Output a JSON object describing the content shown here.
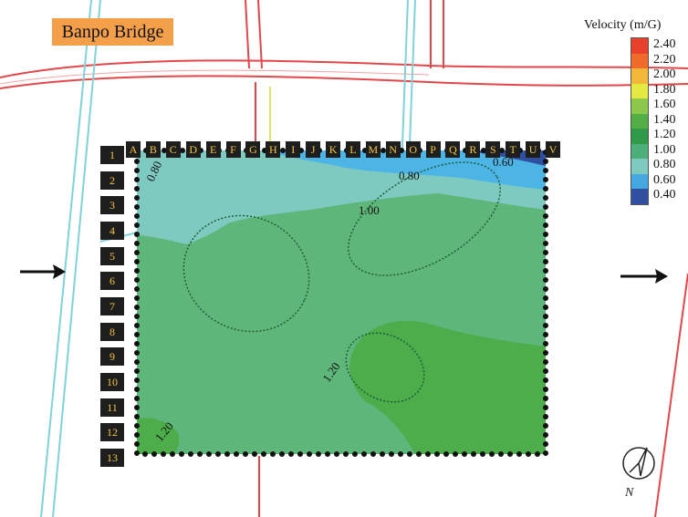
{
  "title": "Banpo Bridge",
  "legend": {
    "title": "Velocity (m/G)",
    "entries": [
      {
        "label": "2.40",
        "color": "#e8412c"
      },
      {
        "label": "2.20",
        "color": "#f06a2a"
      },
      {
        "label": "2.00",
        "color": "#f3b73a"
      },
      {
        "label": "1.80",
        "color": "#e5e943"
      },
      {
        "label": "1.60",
        "color": "#8cc94a"
      },
      {
        "label": "1.40",
        "color": "#52ae45"
      },
      {
        "label": "1.20",
        "color": "#2f9a48"
      },
      {
        "label": "1.00",
        "color": "#4caf7a"
      },
      {
        "label": "0.80",
        "color": "#7fcac0"
      },
      {
        "label": "0.60",
        "color": "#46a8e0"
      },
      {
        "label": "0.40",
        "color": "#2f4fa0"
      }
    ]
  },
  "columns": [
    "A",
    "B",
    "C",
    "D",
    "E",
    "F",
    "G",
    "H",
    "I",
    "J",
    "K",
    "L",
    "M",
    "N",
    "O",
    "P",
    "Q",
    "R",
    "S",
    "T",
    "U",
    "V"
  ],
  "rows": [
    "1",
    "2",
    "3",
    "4",
    "5",
    "6",
    "7",
    "8",
    "9",
    "10",
    "11",
    "12",
    "13"
  ],
  "contour_labels": [
    "0.80",
    "0.80",
    "0.60",
    "1.00",
    "1.20",
    "1.20"
  ],
  "north_label": "N",
  "colors": {
    "zone_low": "#2f4fa0",
    "zone_blue": "#4db4e6",
    "zone_cyan": "#7ecac0",
    "zone_main": "#5fb67a",
    "zone_high": "#4cad4a",
    "road_red": "#e4474a",
    "road_cyan": "#7fd3d8",
    "contour": "#1e5e3a"
  }
}
